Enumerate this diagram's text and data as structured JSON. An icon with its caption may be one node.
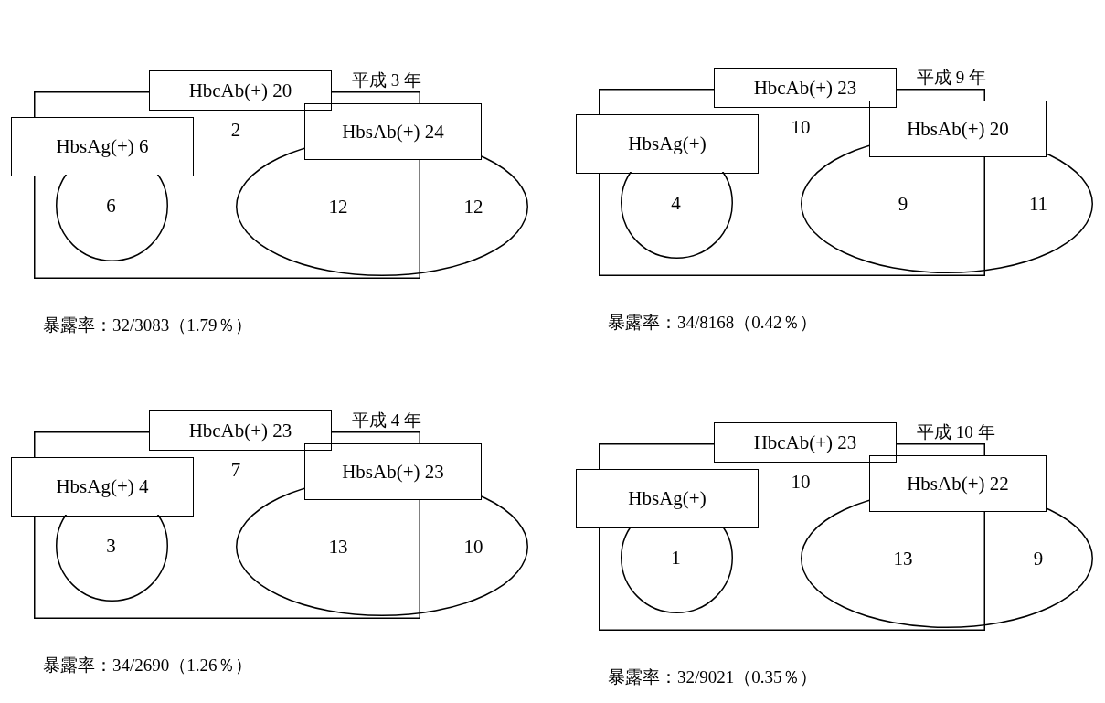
{
  "diagram": {
    "nodes": [
      {
        "text": [
          "HbcAb(+) 20"
        ]
      },
      {
        "text": [
          "2"
        ]
      },
      {
        "text": [
          "HbsAg(+) 6"
        ]
      },
      {
        "text": [
          "HbsAb(+) 24"
        ]
      },
      {
        "text": [
          "6"
        ],
        "in": 1
      },
      {
        "text": [
          "12",
          "12"
        ]
      },
      {
        "text": [
          "HbcAb(+) 23"
        ]
      },
      {
        "text": [
          "10"
        ]
      },
      {
        "text": [
          "HbsAg(+)"
        ]
      },
      {
        "text": [
          "HbsAb(+) 20"
        ]
      },
      {
        "text": [
          "4"
        ],
        "in": 7
      },
      {
        "text": [
          "9",
          "11"
        ]
      },
      {
        "text": [
          "HbcAb(+) 23"
        ]
      },
      {
        "text": [
          "7"
        ]
      },
      {
        "text": [
          "HbsAg(+) 4"
        ]
      },
      {
        "text": [
          "HbsAb(+) 23"
        ]
      },
      {
        "text": [
          "3"
        ],
        "in": 13
      },
      {
        "text": [
          "13",
          "10"
        ]
      },
      {
        "text": [
          "HbcAb(+) 23"
        ]
      },
      {
        "text": [
          "10"
        ]
      },
      {
        "text": [
          "HbsAg(+)"
        ]
      },
      {
        "text": [
          "HbsAb(+) 22"
        ]
      },
      {
        "text": [
          "1"
        ],
        "in": 19
      },
      {
        "text": [
          "13",
          "9"
        ]
      }
    ],
    "labels": [
      "平成 3 年",
      "平成 9 年",
      "暴露率：32/3083（1.79％）",
      "暴露率：34/8168（0.42％）",
      "平成 4 年",
      "平成 10 年",
      "暴露率：34/2690（1.26％）",
      "暴露率：32/9021（0.35％）"
    ]
  }
}
